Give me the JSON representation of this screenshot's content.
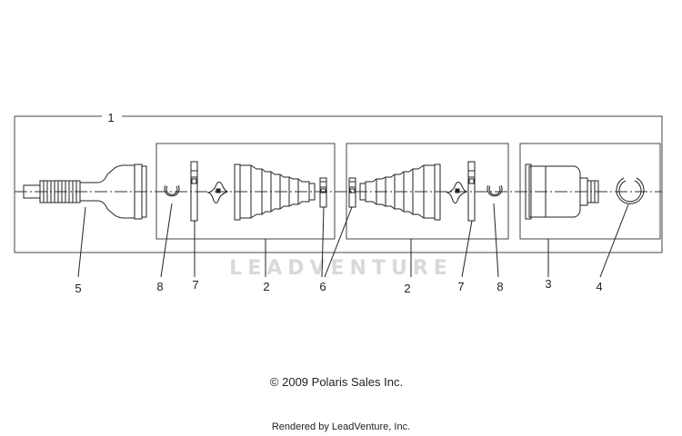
{
  "watermark": "LEADVENTURE",
  "copyright": "© 2009 Polaris Sales Inc.",
  "rendered_by": "Rendered by LeadVenture, Inc.",
  "callouts": {
    "assembly": "1",
    "boot_kit_left": "2",
    "boot_kit_right": "2",
    "inner_cv_joint": "3",
    "circlip": "4",
    "outer_cv_joint": "5",
    "boot_clamp_small": "6",
    "clamp_left": "7",
    "clamp_right": "7",
    "snap_ring_left": "8",
    "snap_ring_right": "8"
  }
}
